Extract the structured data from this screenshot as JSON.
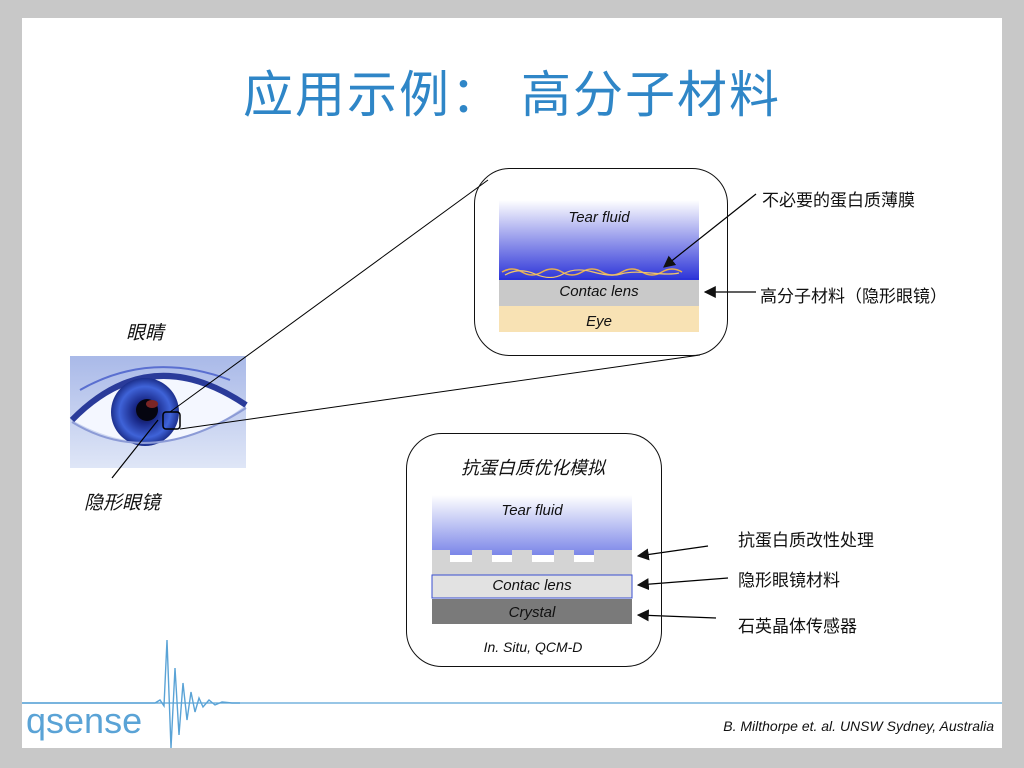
{
  "slide": {
    "title": "应用示例： 高分子材料",
    "eye_label": "眼睛",
    "contact_lens_label": "隐形眼镜",
    "citation": "B. Milthorpe et. al. UNSW Sydney, Australia",
    "logo_text": "qsense",
    "colors": {
      "title": "#2f86c7",
      "tear_fluid_top": "#ffffff",
      "tear_fluid_bottom": "#2b33d8",
      "lens": "#c9c9c9",
      "eye_layer": "#f8e2b4",
      "crystal": "#7a7a7a"
    }
  },
  "top_diagram": {
    "tear_fluid": "Tear fluid",
    "contact_lens": "Contac lens",
    "eye": "Eye",
    "annotation_protein_film": "不必要的蛋白质薄膜",
    "annotation_polymer": "高分子材料（隐形眼镜）"
  },
  "bottom_diagram": {
    "heading": "抗蛋白质优化模拟",
    "tear_fluid": "Tear fluid",
    "contact_lens": "Contac lens",
    "crystal": "Crystal",
    "method": "In. Situ, QCM-D",
    "annotation_modification": "抗蛋白质改性处理",
    "annotation_lens_material": "隐形眼镜材料",
    "annotation_sensor": "石英晶体传感器"
  }
}
